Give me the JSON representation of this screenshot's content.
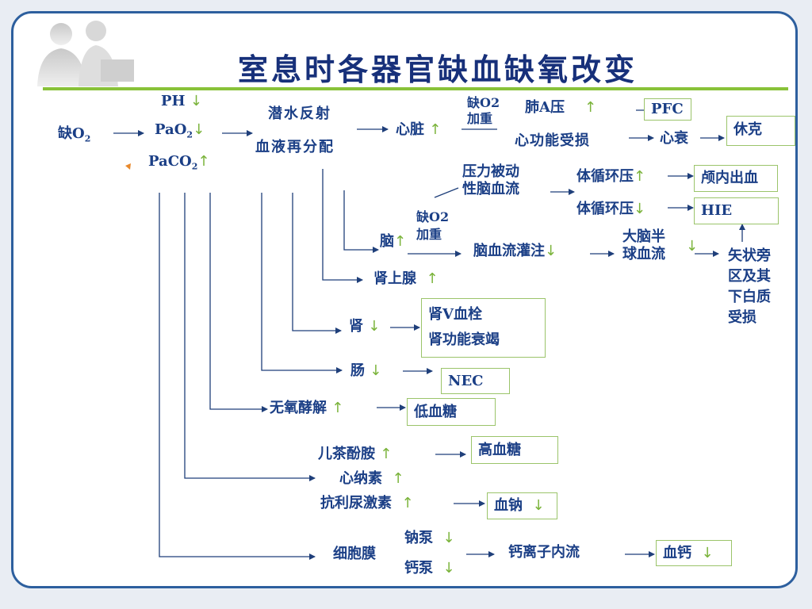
{
  "slide": {
    "title": "室息时各器官缺血缺氧改变",
    "accent_color": "#88c239",
    "text_color": "#1b3f86",
    "logo_icon": "silhouette-people-icon"
  },
  "nodes": {
    "lack_o2": "缺O",
    "lack_o2_sub": "2",
    "ph": "PH",
    "pao2": "PaO",
    "pao2_sub": "2",
    "paco2": "PaCO",
    "paco2_sub": "2",
    "dive_reflex": "潜水反射",
    "blood_redistribution": "血液再分配",
    "heart": "心脏",
    "hypoxia_worse_1a": "缺O2",
    "hypoxia_worse_1b": "加重",
    "pulm_pressure": "肺A压",
    "pfc": "PFC",
    "cardiac_damage": "心功能受损",
    "heart_failure": "心衰",
    "shock": "休克",
    "pressure_passive_1": "压力被动",
    "pressure_passive_2": "性脑血流",
    "systemic_bp_1": "体循环压",
    "systemic_bp_2": "体循环压",
    "intracranial_hemorrhage": "颅内出血",
    "hie": "HIE",
    "hypoxia_worse_2a": "缺O2",
    "hypoxia_worse_2b": "加重",
    "brain": "脑",
    "cerebral_perfusion": "脑血流灌注",
    "hemisphere_flow_1": "大脑半",
    "hemisphere_flow_2": "球血流",
    "parasagittal_1": "矢状旁",
    "parasagittal_2": "区及其",
    "parasagittal_3": "下白质",
    "parasagittal_4": "受损",
    "adrenal": "肾上腺",
    "kidney": "肾",
    "renal_vein_thrombosis": "肾V血栓",
    "renal_failure": "肾功能衰竭",
    "intestine": "肠",
    "nec": "NEC",
    "anaerobic_glycolysis": "无氧酵解",
    "hypoglycemia": "低血糖",
    "catecholamine": "儿茶酚胺",
    "hyperglycemia": "高血糖",
    "anp": "心纳素",
    "adh": "抗利尿激素",
    "blood_sodium": "血钠",
    "cell_membrane": "细胞膜",
    "sodium_pump": "钠泵",
    "calcium_pump": "钙泵",
    "calcium_influx": "钙离子内流",
    "blood_calcium": "血钙"
  },
  "arrows": {
    "up": "↑",
    "down": "↓"
  }
}
